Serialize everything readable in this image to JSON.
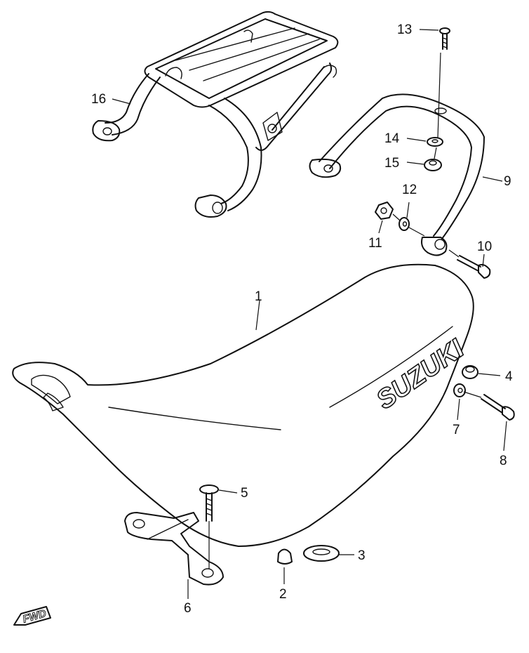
{
  "diagram": {
    "brand_text": "SUZUKI",
    "direction_label": "FWD",
    "callouts": [
      {
        "id": "1",
        "label": "1",
        "part": "seat"
      },
      {
        "id": "2",
        "label": "2",
        "part": "cushion"
      },
      {
        "id": "3",
        "label": "3",
        "part": "grommet"
      },
      {
        "id": "4",
        "label": "4",
        "part": "cushion"
      },
      {
        "id": "5",
        "label": "5",
        "part": "screw"
      },
      {
        "id": "6",
        "label": "6",
        "part": "seat-bracket"
      },
      {
        "id": "7",
        "label": "7",
        "part": "washer"
      },
      {
        "id": "8",
        "label": "8",
        "part": "bolt"
      },
      {
        "id": "9",
        "label": "9",
        "part": "grab-rail"
      },
      {
        "id": "10",
        "label": "10",
        "part": "bolt"
      },
      {
        "id": "11",
        "label": "11",
        "part": "nut"
      },
      {
        "id": "12",
        "label": "12",
        "part": "washer"
      },
      {
        "id": "13",
        "label": "13",
        "part": "screw"
      },
      {
        "id": "14",
        "label": "14",
        "part": "washer"
      },
      {
        "id": "15",
        "label": "15",
        "part": "nut"
      },
      {
        "id": "16",
        "label": "16",
        "part": "rear-carrier"
      }
    ]
  }
}
